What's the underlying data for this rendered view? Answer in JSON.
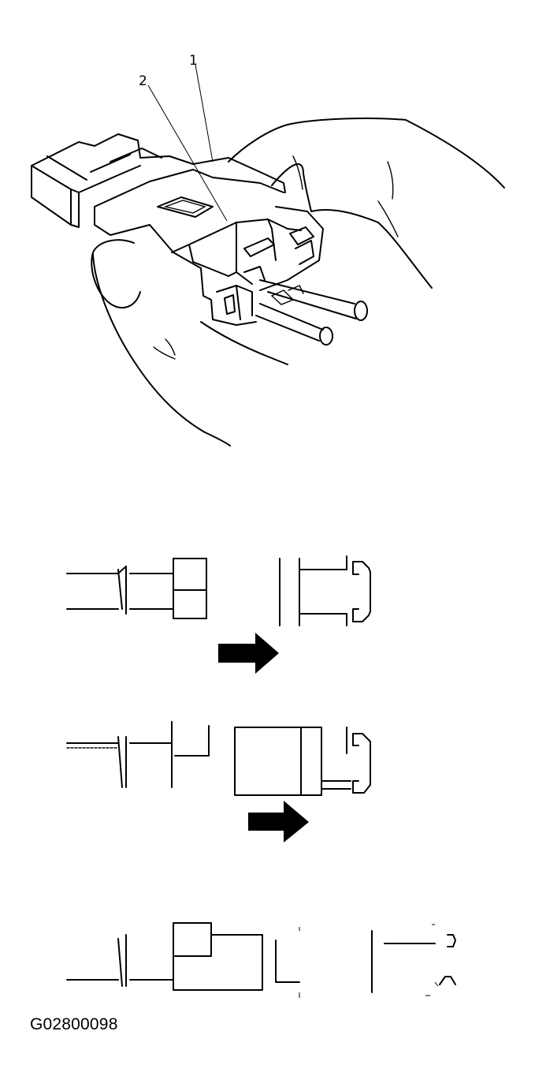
{
  "illustration": {
    "callouts": [
      {
        "id": "1",
        "text": "1"
      },
      {
        "id": "2",
        "text": "2"
      }
    ],
    "figure_code": "G02800098",
    "icons": [
      "hand-icon",
      "connector-icon",
      "arrow-right-icon"
    ]
  }
}
